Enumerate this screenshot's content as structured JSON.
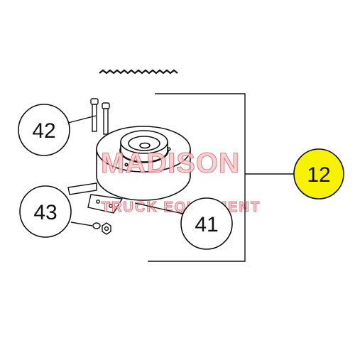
{
  "callouts": [
    {
      "id": "42",
      "label": "42"
    },
    {
      "id": "43",
      "label": "43"
    },
    {
      "id": "41",
      "label": "41"
    },
    {
      "id": "12",
      "label": "12"
    }
  ],
  "highlight_color": "#f7f300",
  "watermark": {
    "line1": "MADISON",
    "line2": "TRUCK EQUIPMENT",
    "fill_color": "#f6c9cc",
    "stroke_color": "#e35a63"
  }
}
